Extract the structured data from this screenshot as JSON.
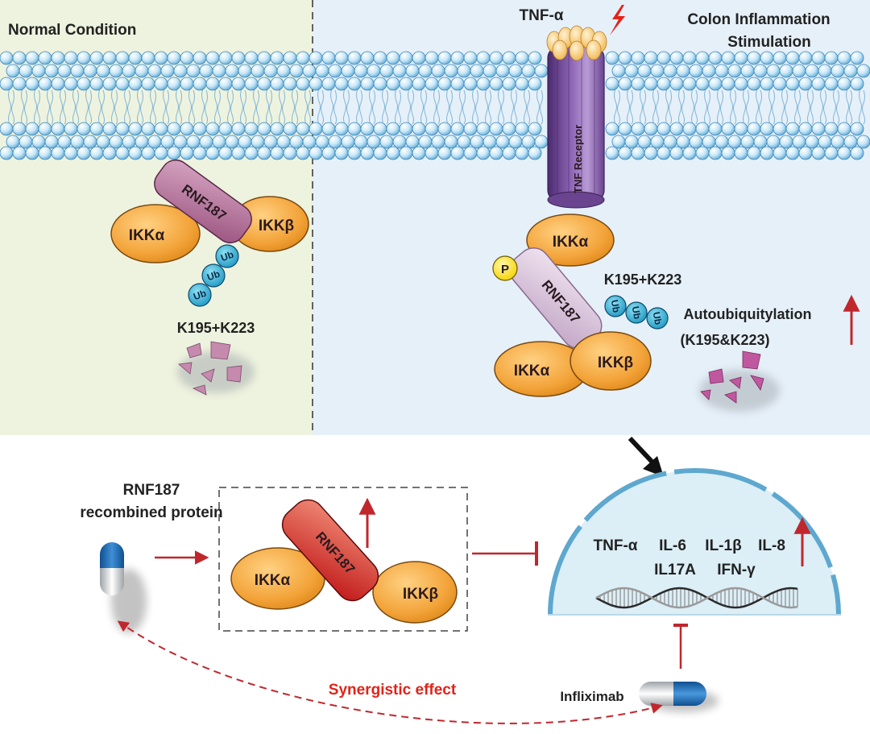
{
  "panels": {
    "normal": {
      "title": "Normal Condition"
    },
    "inflamed": {
      "title_line1": "Colon Inflammation",
      "title_line2": "Stimulation"
    }
  },
  "ligand": {
    "label": "TNF-α"
  },
  "receptor": {
    "label": "TNF Receptor"
  },
  "normal_complex": {
    "rnf": "RNF187",
    "ikka": "IKKα",
    "ikkb": "IKKβ",
    "ub_tag": "Ub",
    "sites": "K195+K223"
  },
  "inflamed_complex": {
    "phospho": "P",
    "rnf": "RNF187",
    "ikka_top": "IKKα",
    "ikka_bottom": "IKKα",
    "ikkb": "IKKβ",
    "ub_tag": "Ub",
    "sites": "K195+K223",
    "autoubiq_line1": "Autoubiquitylation",
    "autoubiq_line2": "(K195&K223)"
  },
  "therapy": {
    "protein_line1": "RNF187",
    "protein_line2": "recombined protein",
    "rnf": "RNF187",
    "ikka": "IKKα",
    "ikkb": "IKKβ",
    "drug": "Infliximab",
    "synergy": "Synergistic effect"
  },
  "nucleus": {
    "line1": [
      "TNF-α",
      "IL-6",
      "IL-1β",
      "IL-8"
    ],
    "line2": [
      "IL17A",
      "IFN-γ"
    ]
  },
  "colors": {
    "normal_bg": "#eef3df",
    "inflamed_bg": "#e6f0f9",
    "membrane_head": "#c4e6f6",
    "ikk": "#f3a43a",
    "rnf_normal": "#b4739b",
    "rnf_inflamed": "#d7c2d8",
    "rnf_therapy": "#d62a22",
    "ub": "#37b6d8",
    "accent_red": "#c0272d",
    "nucleus_bg": "#dceef6",
    "nucleus_edge": "#5ea8cf"
  }
}
